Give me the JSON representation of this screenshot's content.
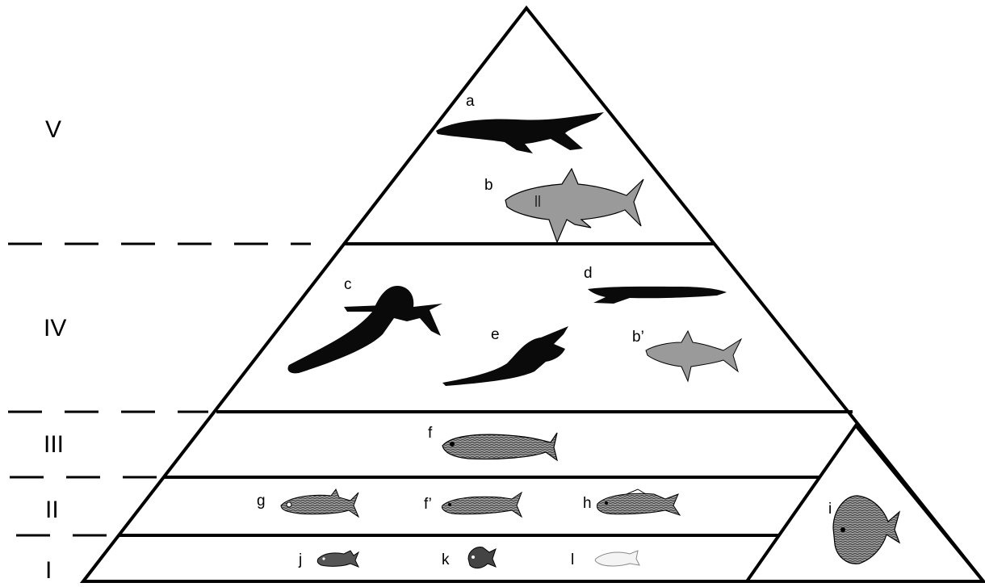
{
  "levels": [
    {
      "numeral": "V"
    },
    {
      "numeral": "IV"
    },
    {
      "numeral": "III"
    },
    {
      "numeral": "II"
    },
    {
      "numeral": "I"
    }
  ],
  "animals": {
    "a": "a",
    "b": "b",
    "c": "c",
    "d": "d",
    "e": "e",
    "b_prime": "b’",
    "f": "f",
    "g": "g",
    "f_prime": "f’",
    "h": "h",
    "i": "i",
    "j": "j",
    "k": "k",
    "l": "l"
  },
  "colors": {
    "silhouette": "#0a0a0a",
    "shark": "#9a9a9a",
    "fish": "#8a8a8a",
    "outline": "#000000"
  }
}
